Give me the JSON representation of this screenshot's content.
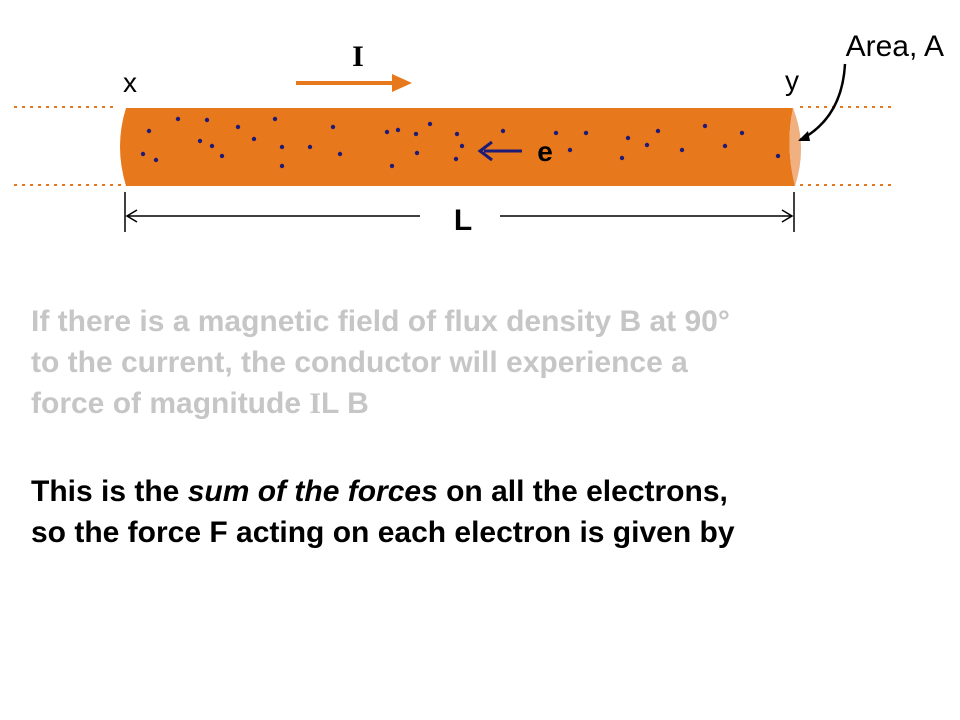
{
  "diagram": {
    "current_label": "I",
    "end_left_label": "x",
    "end_right_label": "y",
    "area_label": "Area, A",
    "electron_label": "e",
    "length_label": "L",
    "colors": {
      "conductor": "#e8781c",
      "cross_section": "#f0b080",
      "electron": "#1e1a78",
      "current_arrow": "#e8781c"
    }
  },
  "paragraph1": {
    "line1": "If there is a magnetic field of flux density B at 90°",
    "line2": "to the current, the conductor will experience a",
    "line3_prefix": "force of magnitude ",
    "line3_formula_I": "I",
    "line3_formula_rest": "L B"
  },
  "paragraph2": {
    "line1_prefix": "This is the ",
    "line1_italic": "sum of the forces",
    "line1_suffix": " on all the electrons,",
    "line2": "so the force F acting on each electron is given by"
  }
}
